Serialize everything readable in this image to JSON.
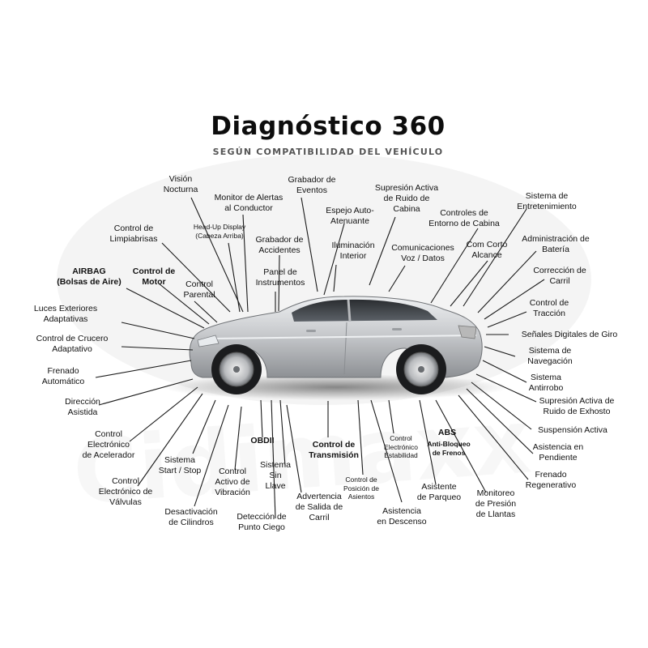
{
  "header": {
    "title": "Diagnóstico 360",
    "subtitle": "SEGÚN COMPATIBILIDAD DEL VEHÍCULO"
  },
  "colors": {
    "text": "#111111",
    "leader_line": "#1a1a1a",
    "car_body": "#c9cbce",
    "watermark": "#f1f1f1"
  },
  "labels": {
    "vision_nocturna": "Visión\nNocturna",
    "grabador_eventos": "Grabador de\nEventos",
    "supresion_ruido_cabina": "Supresión Activa\nde Ruido de\nCabina",
    "monitor_alertas": "Monitor de Alertas\nal Conductor",
    "espejo_auto": "Espejo Auto-\nAtenuante",
    "controles_entorno": "Controles de\nEntorno de Cabina",
    "sistema_entretenimiento": "Sistema de\nEntretenimiento",
    "control_limpiaparabrisas": "Control de\nLimpiabrisas",
    "head_up_display": "Head-Up Display\n(Cabeza Arriba)",
    "grabador_accidentes": "Grabador de\nAccidentes",
    "iluminacion_interior": "Iluminación\nInterior",
    "comunicaciones": "Comunicaciones\nVoz / Datos",
    "com_corto_alcance": "Com Corto\nAlcance",
    "administracion_bateria": "Administración de\nBatería",
    "airbag": "AIRBAG\n(Bolsas de Aire)",
    "control_motor": "Control de\nMotor",
    "control_parental": "Control\nParental",
    "panel_instrumentos": "Panel de\nInstrumentos",
    "correccion_carril": "Corrección de\nCarril",
    "luces_exteriores": "Luces Exteriores\nAdaptativas",
    "control_traccion": "Control de\nTracción",
    "control_crucero": "Control de Crucero\nAdaptativo",
    "senales_giro": "Señales Digitales de Giro",
    "sistema_navegacion": "Sistema de\nNavegación",
    "frenado_automatico": "Frenado\nAutomático",
    "sistema_antirrobo": "Sistema\nAntirrobo",
    "direccion_asistida": "Dirección\nAsistida",
    "supresion_ruido_exhosto": "Supresión Activa de\nRuido de Exhosto",
    "control_acelerador": "Control\nElectrónico\nde Acelerador",
    "suspension_activa": "Suspensión Activa",
    "abs": "ABS",
    "abs_sub": "Anti-Bloqueo\nde Frenos",
    "obdii": "OBDII",
    "control_transmision": "Control de\nTransmisión",
    "control_estabilidad": "Control\nElectrónico\nEstabilidad",
    "asistencia_pendiente": "Asistencia en\nPendiente",
    "sistema_start_stop": "Sistema\nStart / Stop",
    "control_valvulas": "Control\nElectrónico de\nVálvulas",
    "control_vibracion": "Control\nActivo de\nVibración",
    "sistema_sin_llave": "Sistema\nSin\nLlave",
    "control_posicion_asientos": "Control de\nPosición de\nAsientos",
    "asistente_parqueo": "Asistente\nde Parqueo",
    "frenado_regenerativo": "Frenado\nRegenerativo",
    "monitoreo_presion": "Monitoreo\nde Presión\nde Llantas",
    "advertencia_carril": "Advertencia\nde Salida de\nCarril",
    "desactivacion_cilindros": "Desactivación\nde Cilindros",
    "deteccion_punto_ciego": "Detección de\nPunto Ciego",
    "asistencia_descenso": "Asistencia\nen Descenso"
  }
}
